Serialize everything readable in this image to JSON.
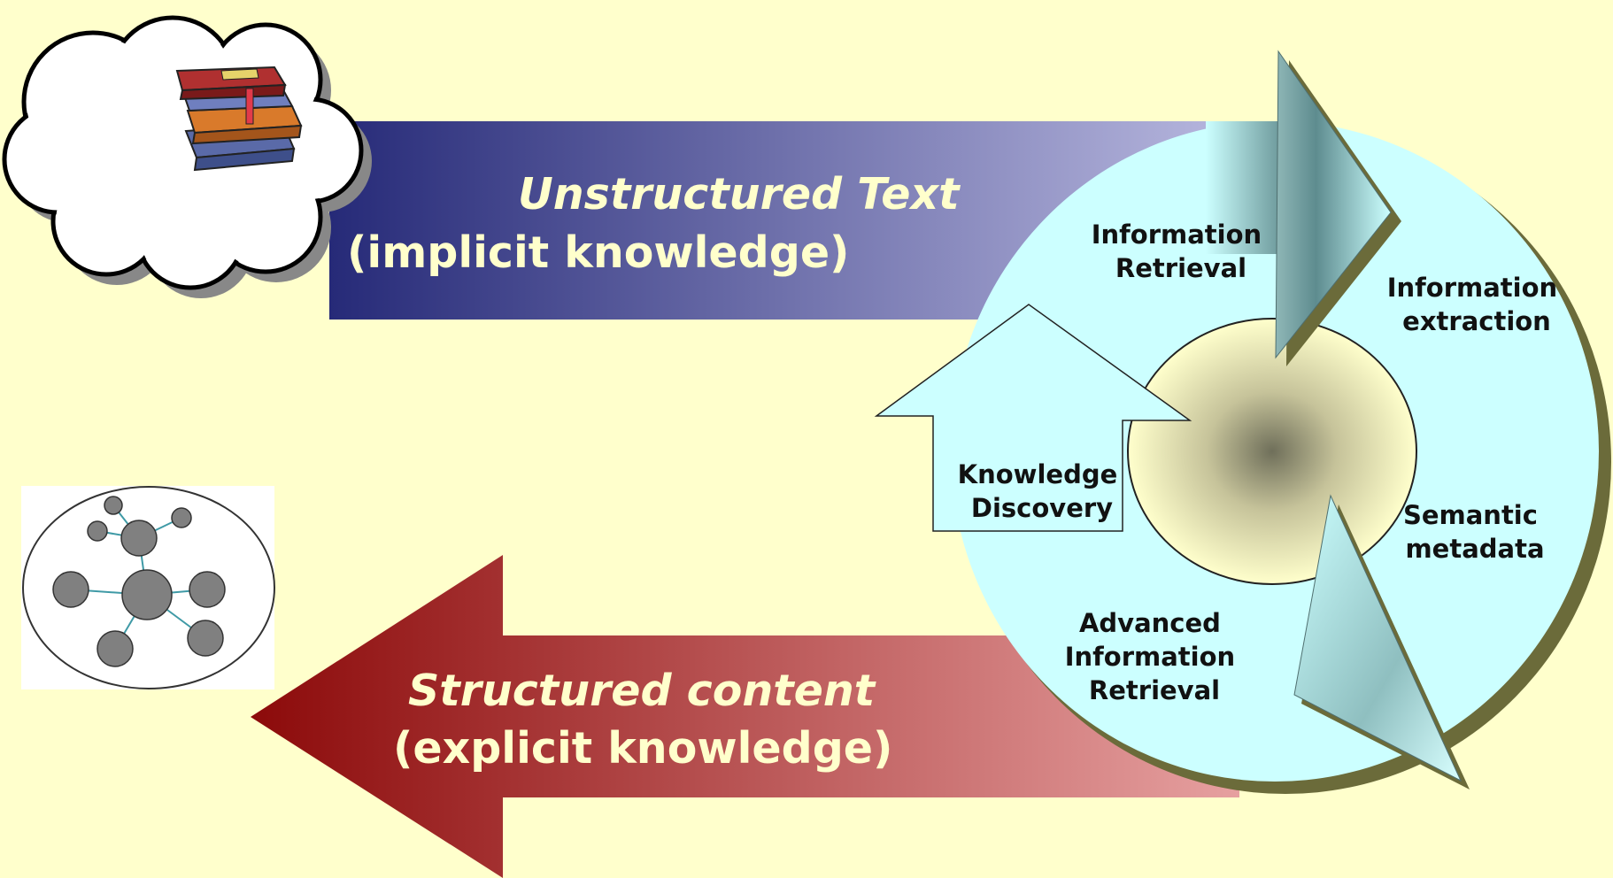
{
  "top_arrow": {
    "title": "Unstructured Text",
    "subtitle": "(implicit knowledge)"
  },
  "bottom_arrow": {
    "title": "Structured content",
    "subtitle": "(explicit knowledge)"
  },
  "cycle": {
    "information_retrieval": [
      "Information",
      "Retrieval"
    ],
    "information_extraction": [
      "Information",
      "extraction"
    ],
    "semantic_metadata": [
      "Semantic",
      "metadata"
    ],
    "advanced_information_retrieval": [
      "Advanced",
      "Information",
      "Retrieval"
    ],
    "knowledge_discovery": [
      "Knowledge",
      "Discovery"
    ]
  },
  "icons": {
    "cloud": "thought-cloud-icon",
    "books": "book-stack-icon",
    "network": "network-graph-icon"
  },
  "colors": {
    "background": "#ffffcc",
    "top_arrow_start": "#262a78",
    "top_arrow_end": "#b4b4dc",
    "bottom_arrow_start": "#8c0a0a",
    "bottom_arrow_end": "#e6a0a0",
    "ring": "#ccffff",
    "ring_shadow": "#6b6b3a",
    "label_light": "#ffffcc"
  }
}
